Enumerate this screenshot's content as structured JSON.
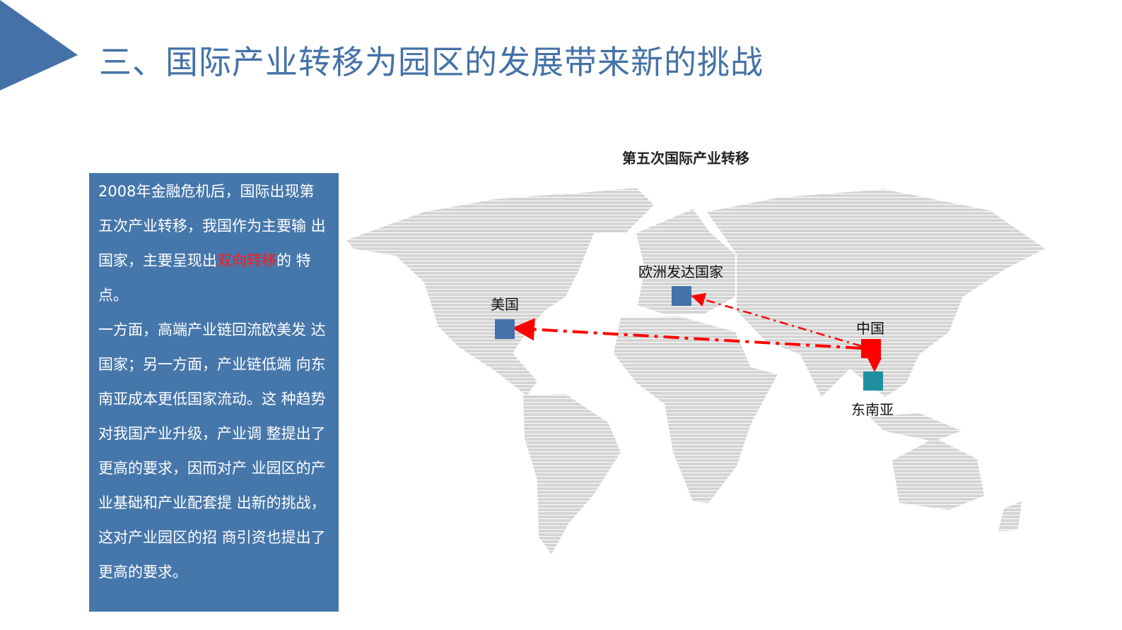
{
  "title": "三、国际产业转移为园区的发展带来新的挑战",
  "textbox": {
    "para1_before": "2008年金融危机后，国际出现第 五次产业转移，我国作为主要输 出国家，主要呈现出",
    "para1_highlight": "双向转移",
    "para1_after": "的 特点。",
    "para2": "一方面，高端产业链回流欧美发  达国家；另一方面，产业链低端  向东南亚成本更低国家流动。这  种趋势对我国产业升级，产业调  整提出了更高的要求，因而对产  业园区的产业基础和产业配套提  出新的挑战，这对产业园区的招  商引资也提出了更高的要求。"
  },
  "map": {
    "title": "第五次国际产业转移",
    "labels": {
      "usa": "美国",
      "europe": "欧洲发达国家",
      "china": "中国",
      "sea": "东南亚"
    }
  },
  "colors": {
    "accent": "#4472a8",
    "highlight": "#ff1a1a",
    "china": "#ff0000",
    "sea": "#1f8fa0",
    "land": "#d6d6d6"
  }
}
